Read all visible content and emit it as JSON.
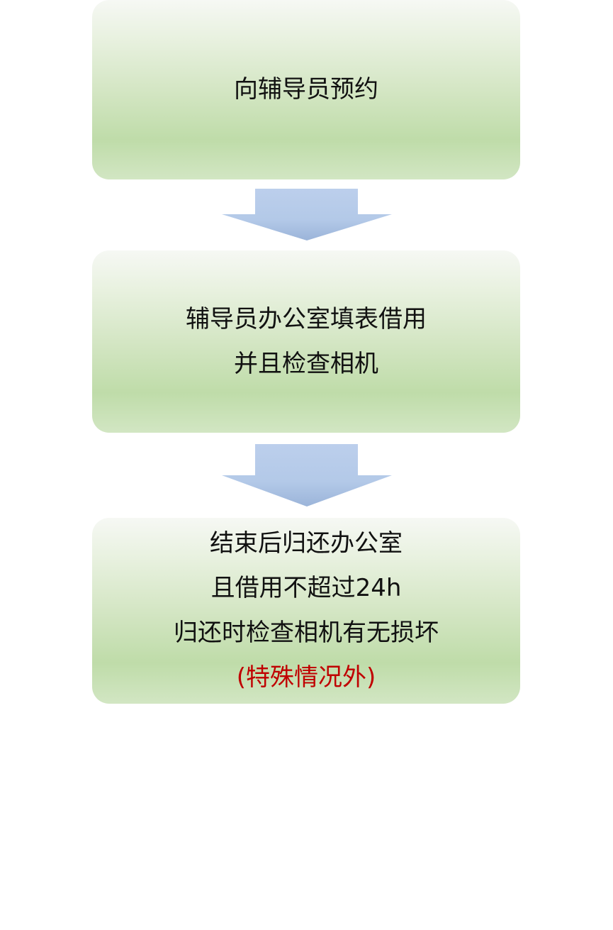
{
  "diagram": {
    "type": "flowchart",
    "direction": "top-to-bottom",
    "colors": {
      "box_gradient_top": "#f6f8f4",
      "box_gradient_bottom": "#bfdca9",
      "arrow": "#a9c1e4",
      "text": "#111111",
      "note_text": "#c00000"
    },
    "steps": [
      {
        "lines": [
          "向辅导员预约"
        ]
      },
      {
        "lines": [
          "辅导员办公室填表借用",
          "并且检查相机"
        ]
      },
      {
        "lines": [
          "结束后归还办公室",
          "且借用不超过24h",
          "归还时检查相机有无损坏"
        ],
        "note": "(特殊情况外)"
      }
    ],
    "arrows": [
      {
        "from": 1,
        "to": 2,
        "icon": "down-arrow-icon"
      },
      {
        "from": 2,
        "to": 3,
        "icon": "down-arrow-icon"
      }
    ]
  }
}
